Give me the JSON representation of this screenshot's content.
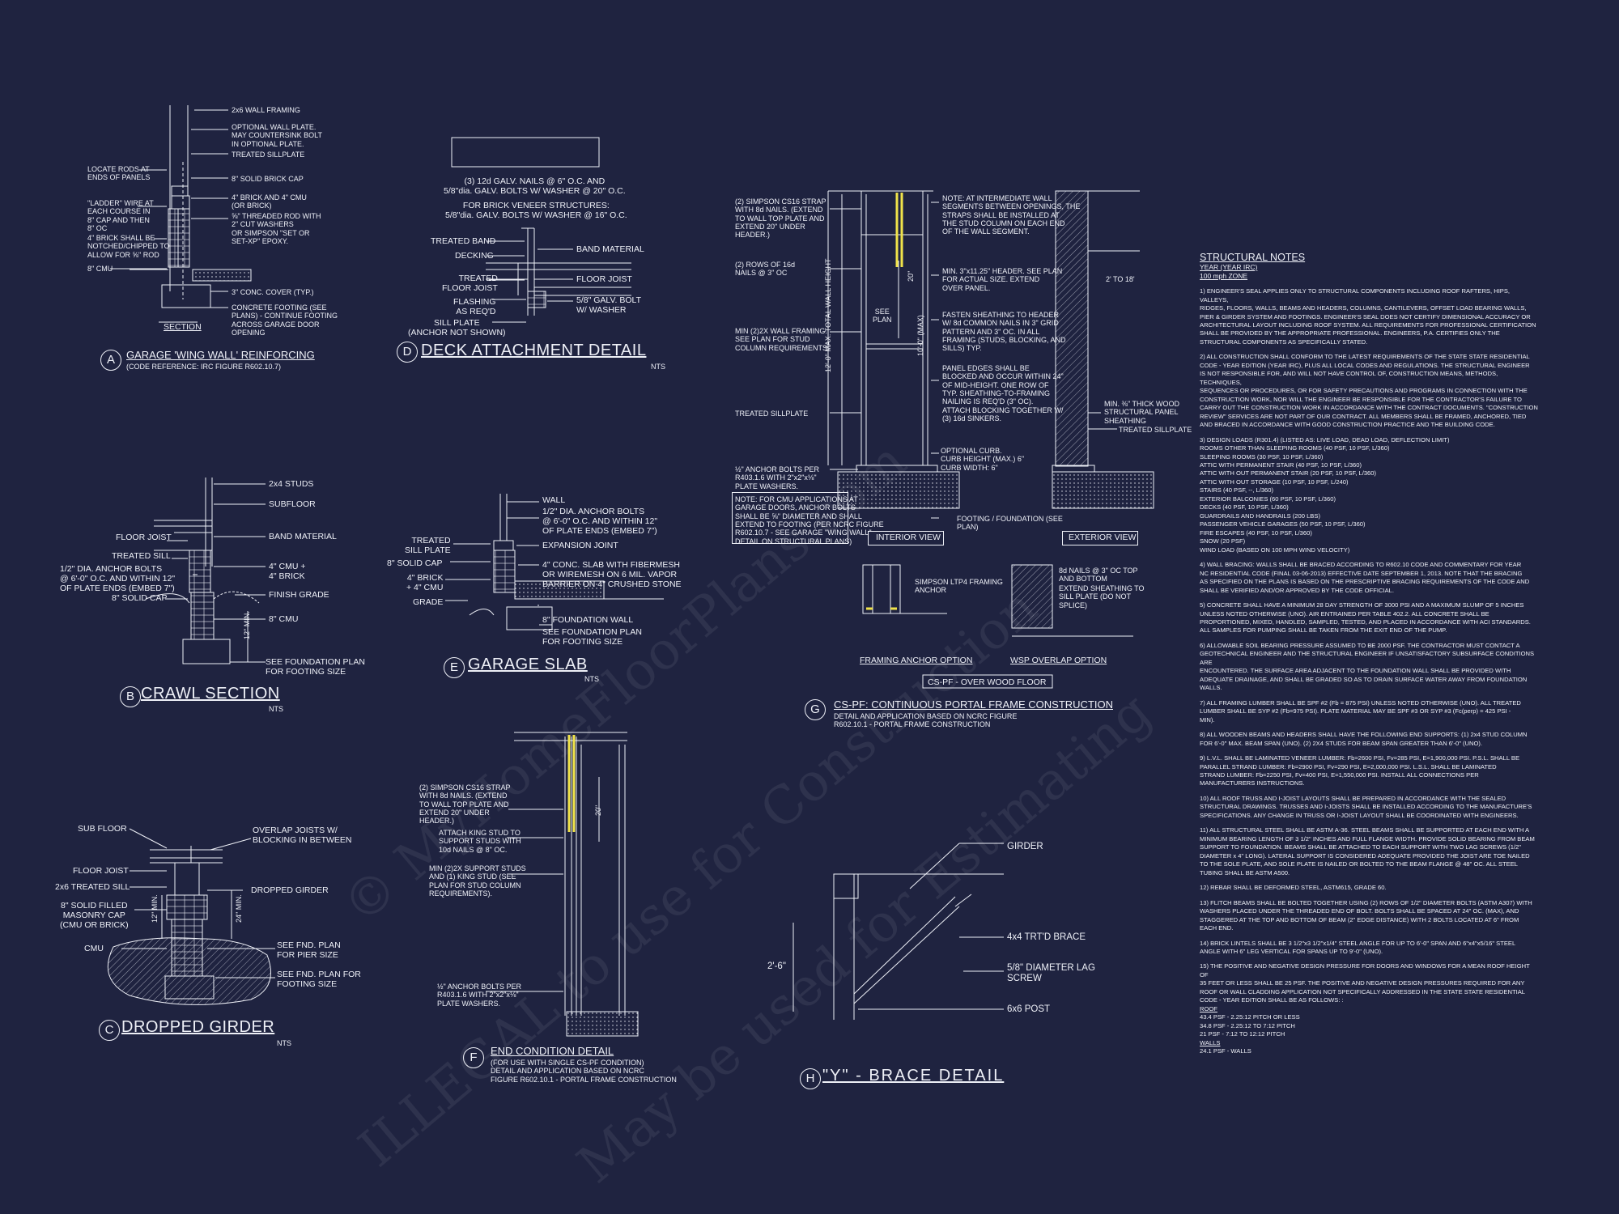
{
  "watermark": {
    "line1": "© MyHomeFloorPlans.com",
    "line2": "ILLEGAL to use for Construction",
    "line3": "May be used for Estimating"
  },
  "colors": {
    "background": "#1f2340",
    "linework": "#eef0f7",
    "highlight": "#f0e34a"
  },
  "detail_a": {
    "letter": "A",
    "title": "GARAGE 'WING WALL' REINFORCING",
    "subtitle": "(CODE REFERENCE: IRC FIGURE R602.10.7)",
    "section_label": "SECTION",
    "callouts_right": [
      "2x6 WALL FRAMING",
      "OPTIONAL WALL PLATE.\nMAY COUNTERSINK BOLT\nIN OPTIONAL PLATE.",
      "TREATED SILLPLATE",
      "8\" SOLID BRICK CAP",
      "4\" BRICK AND 4\" CMU\n(OR BRICK)",
      "⅝\" THREADED ROD WITH\n2\" CUT WASHERS\nOR SIMPSON \"SET OR\nSET-XP\" EPOXY.",
      "3\" CONC. COVER (TYP.)",
      "CONCRETE FOOTING (SEE\nPLANS) - CONTINUE FOOTING\nACROSS GARAGE DOOR\nOPENING"
    ],
    "callouts_left": [
      "LOCATE RODS AT\nENDS OF PANELS",
      "\"LADDER\" WIRE AT\nEACH COURSE IN\n8\" CAP AND THEN\n8\" OC",
      "4\" BRICK SHALL BE\nNOTCHED/CHIPPED TO\nALLOW FOR ⅝\" ROD",
      "8\" CMU"
    ]
  },
  "detail_d": {
    "letter": "D",
    "title": "DECK ATTACHMENT DETAIL",
    "nts": "NTS",
    "note1": "(3) 12d GALV. NAILS @ 6\" O.C. AND\n5/8\"dia. GALV. BOLTS W/ WASHER @ 20\" O.C.",
    "note2": "FOR BRICK VENEER STRUCTURES:\n5/8\"dia. GALV. BOLTS W/ WASHER @ 16\" O.C.",
    "callouts_left": [
      "TREATED BAND",
      "DECKING",
      "TREATED\nFLOOR JOIST",
      "FLASHING\nAS REQ'D",
      "SILL PLATE\n(ANCHOR NOT SHOWN)"
    ],
    "callouts_right": [
      "BAND MATERIAL",
      "FLOOR JOIST",
      "5/8\" GALV. BOLT\nW/ WASHER"
    ]
  },
  "detail_b": {
    "letter": "B",
    "title": "CRAWL SECTION",
    "nts": "NTS",
    "callouts_left": [
      "FLOOR JOIST",
      "TREATED SILL",
      "1/2\" DIA. ANCHOR BOLTS\n@ 6'-0\" O.C. AND WITHIN 12\"\nOF PLATE ENDS (EMBED 7\")",
      "8\" SOLID CAP"
    ],
    "callouts_right": [
      "2x4 STUDS",
      "SUBFLOOR",
      "BAND MATERIAL",
      "4\" CMU +\n4\" BRICK",
      "FINISH GRADE",
      "8\" CMU",
      "SEE FOUNDATION PLAN\nFOR FOOTING SIZE"
    ],
    "dim": "12\" MIN."
  },
  "detail_e": {
    "letter": "E",
    "title": "GARAGE SLAB",
    "nts": "NTS",
    "callouts_left": [
      "TREATED\nSILL PLATE",
      "8\" SOLID CAP",
      "4\" BRICK\n+ 4\" CMU",
      "GRADE"
    ],
    "callouts_right": [
      "WALL",
      "1/2\" DIA. ANCHOR BOLTS\n@ 6'-0\" O.C. AND WITHIN 12\"\nOF PLATE ENDS (EMBED 7\")",
      "EXPANSION JOINT",
      "4\" CONC. SLAB WITH FIBERMESH\nOR WIREMESH ON 6 MIL. VAPOR\nBARRIER ON 4\" CRUSHED STONE",
      "8\" FOUNDATION WALL",
      "SEE FOUNDATION PLAN\nFOR FOOTING SIZE"
    ]
  },
  "detail_c": {
    "letter": "C",
    "title": "DROPPED GIRDER",
    "nts": "NTS",
    "callouts_left": [
      "SUB FLOOR",
      "FLOOR JOIST",
      "2x6 TREATED SILL",
      "8\" SOLID FILLED\nMASONRY CAP\n(CMU OR BRICK)",
      "CMU"
    ],
    "callouts_right": [
      "OVERLAP JOISTS W/\nBLOCKING IN BETWEEN",
      "DROPPED GIRDER",
      "SEE FND. PLAN\nFOR PIER SIZE",
      "SEE FND. PLAN FOR\nFOOTING SIZE"
    ],
    "dim1": "12\" MIN.",
    "dim2": "24\" MIN."
  },
  "detail_f": {
    "letter": "F",
    "title": "END CONDITION DETAIL",
    "subtitle": "(FOR USE WITH SINGLE CS-PF CONDITION)\nDETAIL AND APPLICATION BASED ON NCRC\nFIGURE R602.10.1 - PORTAL FRAME CONSTRUCTION",
    "callouts": [
      "(2) SIMPSON CS16 STRAP\nWITH 8d NAILS. (EXTEND\nTO WALL TOP PLATE AND\nEXTEND 20\" UNDER\nHEADER.)",
      "ATTACH KING STUD TO\nSUPPORT STUDS WITH\n10d NAILS @ 8\" OC.",
      "MIN (2)2X SUPPORT STUDS\nAND (1) KING STUD (SEE\nPLAN FOR STUD COLUMN\nREQUIREMENTS).",
      "½\" ANCHOR BOLTS PER\nR403.1.6 WITH 2\"x2\"x⅛\"\nPLATE WASHERS."
    ],
    "dim": "20\""
  },
  "detail_g": {
    "letter": "G",
    "title": "CS-PF: CONTINUOUS PORTAL FRAME CONSTRUCTION",
    "subtitle": "DETAIL AND APPLICATION BASED ON NCRC FIGURE\nR602.10.1 - PORTAL FRAME CONSTRUCTION",
    "callouts_left": [
      "(2) SIMPSON CS16 STRAP\nWITH 8d NAILS. (EXTEND\nTO WALL TOP PLATE AND\nEXTEND 20\" UNDER\nHEADER.)",
      "(2) ROWS OF 16d\nNAILS @ 3\" OC",
      "MIN (2)2X WALL FRAMING.\nSEE PLAN FOR STUD\nCOLUMN REQUIREMENTS.",
      "TREATED SILLPLATE",
      "½\" ANCHOR BOLTS PER\nR403.1.6 WITH 2\"x2\"x⅛\"\nPLATE WASHERS."
    ],
    "cmu_note": "NOTE: FOR CMU APPLICATIONS AT\nGARAGE DOORS, ANCHOR BOLTS\nSHALL BE ⅝\" DIAMETER AND SHALL\nEXTEND TO FOOTING (PER NCRC FIGURE\nR602.10.7 - SEE GARAGE \"WING WALL\"\nDETAIL ON STRUCTURAL PLANS)",
    "callouts_mid": [
      "NOTE: AT INTERMEDIATE WALL\nSEGMENTS BETWEEN OPENINGS, THE\nSTRAPS SHALL BE INSTALLED AT\nTHE STUD COLUMN ON EACH END\nOF THE WALL SEGMENT.",
      "MIN. 3\"x11.25\" HEADER. SEE PLAN\nFOR ACTUAL SIZE. EXTEND\nOVER PANEL.",
      "FASTEN SHEATHING TO HEADER\nW/ 8d COMMON NAILS IN 3\" GRID\nPATTERN AND 3\" OC. IN ALL\nFRAMING (STUDS, BLOCKING, AND\nSILLS) TYP.",
      "PANEL EDGES SHALL BE\nBLOCKED AND OCCUR WITHIN 24\"\nOF MID-HEIGHT. ONE ROW OF\nTYP. SHEATHING-TO-FRAMING\nNAILING IS REQ'D (3\" OC).\nATTACH BLOCKING TOGETHER W/\n(3) 16d SINKERS.",
      "OPTIONAL CURB.\nCURB HEIGHT (MAX.) 6\"\nCURB WIDTH: 6\"",
      "FOOTING / FOUNDATION (SEE\nPLAN)"
    ],
    "callouts_right": [
      "MIN. ⅜\" THICK WOOD\nSTRUCTURAL PANEL\nSHEATHING",
      "TREATED SILLPLATE"
    ],
    "dim_height": "12'-0\" MAX. TOTAL WALL HEIGHT",
    "dim_panel": "10'-0\" (MAX)",
    "dim_top": "20\"",
    "dim_ext": "2' TO 18'",
    "see_plan": "SEE\nPLAN",
    "interior_view": "INTERIOR VIEW",
    "exterior_view": "EXTERIOR VIEW",
    "anchor_note": "SIMPSON LTP4 FRAMING\nANCHOR",
    "overlap_note": "8d NAILS @ 3\" OC TOP\nAND BOTTOM",
    "overlap_note2": "EXTEND SHEATHING TO\nSILL PLATE (DO NOT\nSPLICE)",
    "framing_anchor_option": "FRAMING ANCHOR OPTION",
    "wsp_overlap_option": "WSP OVERLAP OPTION",
    "cs_pf_label": "CS-PF - OVER WOOD FLOOR"
  },
  "detail_h": {
    "letter": "H",
    "title": "\"Y\" - BRACE DETAIL",
    "callouts": [
      "GIRDER",
      "4x4 TRT'D BRACE",
      "5/8\" DIAMETER LAG\nSCREW",
      "6x6 POST"
    ],
    "dim": "2'-6\""
  },
  "structural_notes": {
    "heading": "STRUCTURAL NOTES",
    "year": "YEAR (YEAR IRC)",
    "wind": "100 mph ZONE",
    "paragraphs": [
      "1) ENGINEER'S SEAL APPLIES ONLY TO STRUCTURAL COMPONENTS INCLUDING ROOF RAFTERS, HIPS, VALLEYS,\nRIDGES, FLOORS, WALLS, BEAMS AND HEADERS, COLUMNS, CANTILEVERS, OFFSET LOAD BEARING WALLS,\nPIER & GIRDER SYSTEM AND FOOTINGS. ENGINEER'S SEAL DOES NOT CERTIFY DIMENSIONAL ACCURACY OR\nARCHITECTURAL LAYOUT INCLUDING ROOF SYSTEM. ALL REQUIREMENTS FOR PROFESSIONAL CERTIFICATION\nSHALL BE PROVIDED BY THE APPROPRIATE PROFESSIONAL. ENGINEERS, P.A. CERTIFIES ONLY THE\nSTRUCTURAL COMPONENTS AS SPECIFICALLY STATED.",
      "2) ALL CONSTRUCTION SHALL CONFORM TO THE LATEST REQUIREMENTS OF THE STATE STATE RESIDENTIAL\nCODE - YEAR EDITION (YEAR IRC), PLUS ALL LOCAL CODES AND REGULATIONS. THE STRUCTURAL ENGINEER\nIS NOT RESPONSIBLE FOR, AND WILL NOT HAVE CONTROL OF, CONSTRUCTION MEANS, METHODS, TECHNIQUES,\nSEQUENCES OR PROCEDURES, OR FOR SAFETY PRECAUTIONS AND PROGRAMS IN CONNECTION WITH THE\nCONSTRUCTION WORK, NOR WILL THE ENGINEER BE RESPONSIBLE FOR THE CONTRACTOR'S FAILURE TO\nCARRY OUT THE CONSTRUCTION WORK IN ACCORDANCE WITH THE CONTRACT DOCUMENTS. \"CONSTRUCTION\nREVIEW\" SERVICES ARE NOT PART OF OUR CONTRACT. ALL MEMBERS SHALL BE FRAMED, ANCHORED, TIED\nAND BRACED IN ACCORDANCE WITH GOOD CONSTRUCTION PRACTICE AND THE BUILDING CODE.",
      "3) DESIGN LOADS (R301.4) (LISTED AS: LIVE LOAD, DEAD LOAD, DEFLECTION LIMIT)\nROOMS OTHER THAN SLEEPING ROOMS (40 PSF, 10 PSF, L/360)\nSLEEPING ROOMS (30 PSF, 10 PSF, L/360)\nATTIC WITH PERMANENT STAIR (40 PSF, 10 PSF, L/360)\nATTIC WITH OUT PERMANENT STAIR (20 PSF, 10 PSF, L/360)\nATTIC WITH OUT STORAGE (10 PSF, 10 PSF, L/240)\nSTAIRS (40 PSF, --, L/360)\nEXTERIOR BALCONIES (60 PSF, 10 PSF, L/360)\nDECKS (40 PSF, 10 PSF, L/360)\nGUARDRAILS AND HANDRAILS (200 LBS)\nPASSENGER VEHICLE GARAGES (50 PSF, 10 PSF, L/360)\nFIRE ESCAPES (40 PSF, 10 PSF, L/360)\nSNOW (20 PSF)\nWIND LOAD (BASED ON 100 MPH WIND VELOCITY)",
      "4) WALL BRACING: WALLS SHALL BE BRACED ACCORDING TO R602.10 CODE AND COMMENTARY FOR YEAR\nNC RESIDENTIAL CODE (FINAL 03-06-2013) EFFECTIVE DATE SEPTEMBER 1, 2013. NOTE THAT THE BRACING\nAS SPECIFIED ON THE PLANS IS BASED ON THE PRESCRIPTIVE BRACING REQUIREMENTS OF THE CODE AND\nSHALL BE VERIFIED AND/OR APPROVED BY THE CODE OFFICIAL.",
      "5) CONCRETE SHALL HAVE A MINIMUM 28 DAY STRENGTH OF 3000 PSI AND A MAXIMUM SLUMP OF 5 INCHES\nUNLESS NOTED OTHERWISE (UNO). AIR ENTRAINED PER TABLE 402.2. ALL CONCRETE SHALL BE\nPROPORTIONED, MIXED, HANDLED, SAMPLED, TESTED, AND PLACED IN ACCORDANCE WITH ACI STANDARDS.\nALL SAMPLES FOR PUMPING SHALL BE TAKEN FROM THE EXIT END OF THE PUMP.",
      "6) ALLOWABLE SOIL BEARING PRESSURE ASSUMED TO BE 2000 PSF. THE CONTRACTOR MUST CONTACT A\nGEOTECHNICAL ENGINEER AND THE STRUCTURAL ENGINEER IF UNSATISFACTORY SUBSURFACE CONDITIONS ARE\nENCOUNTERED. THE SURFACE AREA ADJACENT TO THE FOUNDATION WALL SHALL BE PROVIDED WITH\nADEQUATE DRAINAGE, AND SHALL BE GRADED SO AS TO DRAIN SURFACE WATER AWAY FROM FOUNDATION\nWALLS.",
      "7) ALL FRAMING LUMBER SHALL BE SPF #2 (Fb = 875 PSI) UNLESS NOTED OTHERWISE (UNO). ALL TREATED\nLUMBER SHALL BE SYP #2 (Fb=975 PSI). PLATE MATERIAL MAY BE SPF #3 OR SYP #3 (Fc(perp) = 425 PSI -\nMIN).",
      "8) ALL WOODEN BEAMS AND HEADERS SHALL HAVE THE FOLLOWING END SUPPORTS: (1) 2x4 STUD COLUMN\nFOR 6'-0\" MAX. BEAM SPAN (UNO). (2) 2X4 STUDS FOR BEAM SPAN GREATER THAN 6'-0\" (UNO).",
      "9) L.V.L. SHALL BE LAMINATED VENEER LUMBER: Fb=2600 PSI, Fv=285 PSI, E=1,900,000 PSI. P.S.L. SHALL BE\nPARALLEL STRAND LUMBER: Fb=2900 PSI, Fv=290 PSI, E=2,000,000 PSI. L.S.L. SHALL BE LAMINATED\nSTRAND LUMBER: Fb=2250 PSI, Fv=400 PSI, E=1,550,000 PSI. INSTALL ALL CONNECTIONS PER\nMANUFACTURERS INSTRUCTIONS.",
      "10) ALL ROOF TRUSS AND I-JOIST LAYOUTS SHALL BE PREPARED IN ACCORDANCE WITH THE SEALED\nSTRUCTURAL DRAWINGS. TRUSSES AND I-JOISTS SHALL BE INSTALLED ACCORDING TO THE MANUFACTURE'S\nSPECIFICATIONS. ANY CHANGE IN TRUSS OR I-JOIST LAYOUT SHALL BE COORDINATED WITH ENGINEERS.",
      "11) ALL STRUCTURAL STEEL SHALL BE ASTM A-36. STEEL BEAMS SHALL BE SUPPORTED AT EACH END WITH A\nMINIMUM BEARING LENGTH OF 3 1/2\" INCHES AND FULL FLANGE WIDTH. PROVIDE SOLID BEARING FROM BEAM\nSUPPORT TO FOUNDATION. BEAMS SHALL BE ATTACHED TO EACH SUPPORT WITH TWO LAG SCREWS (1/2\"\nDIAMETER x 4\" LONG). LATERAL SUPPORT IS CONSIDERED ADEQUATE PROVIDED THE JOIST ARE TOE NAILED\nTO THE SOLE PLATE, AND SOLE PLATE IS NAILED OR BOLTED TO THE BEAM FLANGE @ 48\" OC. ALL STEEL\nTUBING SHALL BE ASTM A500.",
      "12) REBAR SHALL BE DEFORMED STEEL, ASTM615, GRADE 60.",
      "13) FLITCH BEAMS SHALL BE BOLTED TOGETHER USING (2) ROWS OF 1/2\" DIAMETER BOLTS (ASTM A307) WITH\nWASHERS PLACED UNDER THE THREADED END OF BOLT. BOLTS SHALL BE SPACED AT 24\" OC. (MAX), AND\nSTAGGERED AT THE TOP AND BOTTOM OF BEAM (2\" EDGE DISTANCE) WITH 2 BOLTS LOCATED AT 6\" FROM\nEACH END.",
      "14) BRICK LINTELS SHALL BE 3 1/2\"x3 1/2\"x1/4\" STEEL ANGLE FOR UP TO 6'-0\" SPAN AND 6\"x4\"x5/16\" STEEL\nANGLE WITH 6\" LEG VERTICAL FOR SPANS UP TO 9'-0\" (UNO).",
      "15) THE POSITIVE AND NEGATIVE DESIGN PRESSURE FOR DOORS AND WINDOWS FOR A MEAN ROOF HEIGHT OF\n35 FEET OR LESS SHALL BE 25 PSF. THE POSITIVE AND NEGATIVE DESIGN PRESSURES REQUIRED FOR ANY\nROOF OR WALL CLADDING APPLICATION NOT SPECIFICALLY ADDRESSED IN THE STATE STATE RESIDENTIAL\nCODE - YEAR EDITION SHALL BE AS FOLLOWS: :"
    ],
    "roof_label": "ROOF",
    "roof_lines": "43.4 PSF - 2.25:12 PITCH OR LESS\n34.8 PSF - 2.25:12 TO 7:12 PITCH\n21 PSF - 7:12 TO 12:12 PITCH",
    "walls_label": "WALLS",
    "walls_lines": "24.1 PSF - WALLS"
  }
}
